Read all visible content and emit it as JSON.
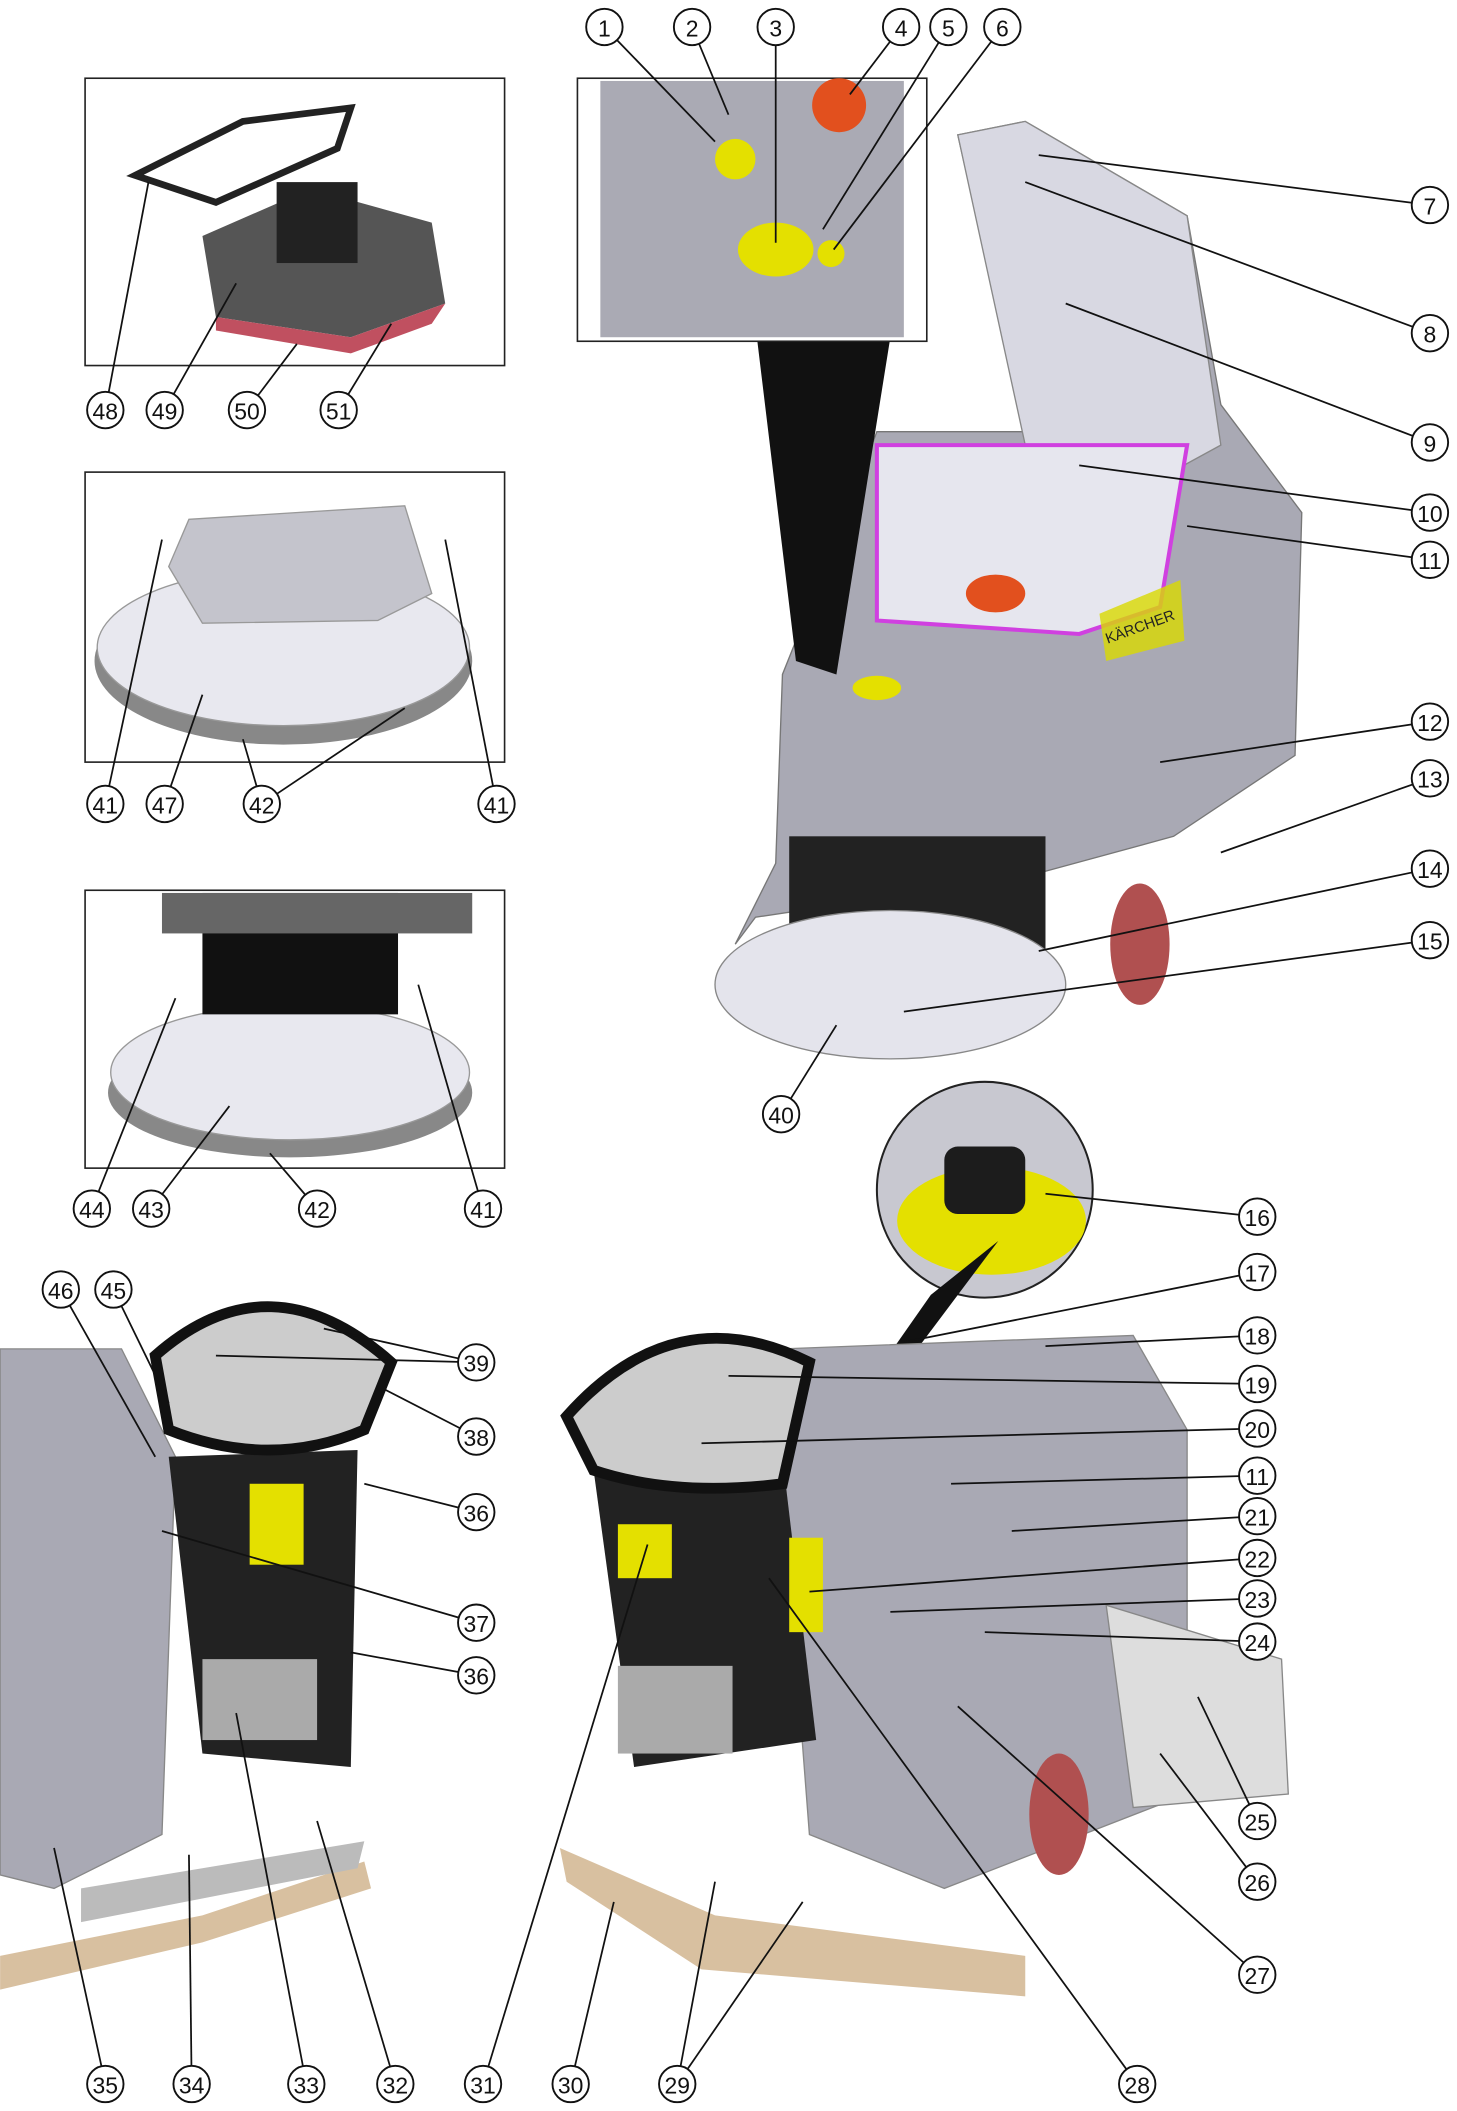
{
  "title": "Operating elements overview",
  "callouts": [
    "1",
    "2",
    "3",
    "4",
    "5",
    "6",
    "7",
    "8",
    "9",
    "10",
    "11",
    "12",
    "13",
    "14",
    "15",
    "40",
    "48",
    "49",
    "50",
    "51",
    "41",
    "47",
    "42",
    "41",
    "44",
    "43",
    "42",
    "41",
    "16",
    "17",
    "18",
    "19",
    "20",
    "11",
    "21",
    "22",
    "23",
    "24",
    "25",
    "26",
    "27",
    "28",
    "29",
    "30",
    "31",
    "32",
    "33",
    "34",
    "35",
    "36",
    "36",
    "37",
    "38",
    "39",
    "45",
    "46"
  ],
  "brand_label": "KÄRCHER",
  "colors": {
    "body": "#a9a9b4",
    "dark": "#2a2a2a",
    "yellow": "#e4e000",
    "orange": "#e2501e",
    "magenta": "#d040e0",
    "wheel": "#b05050"
  }
}
